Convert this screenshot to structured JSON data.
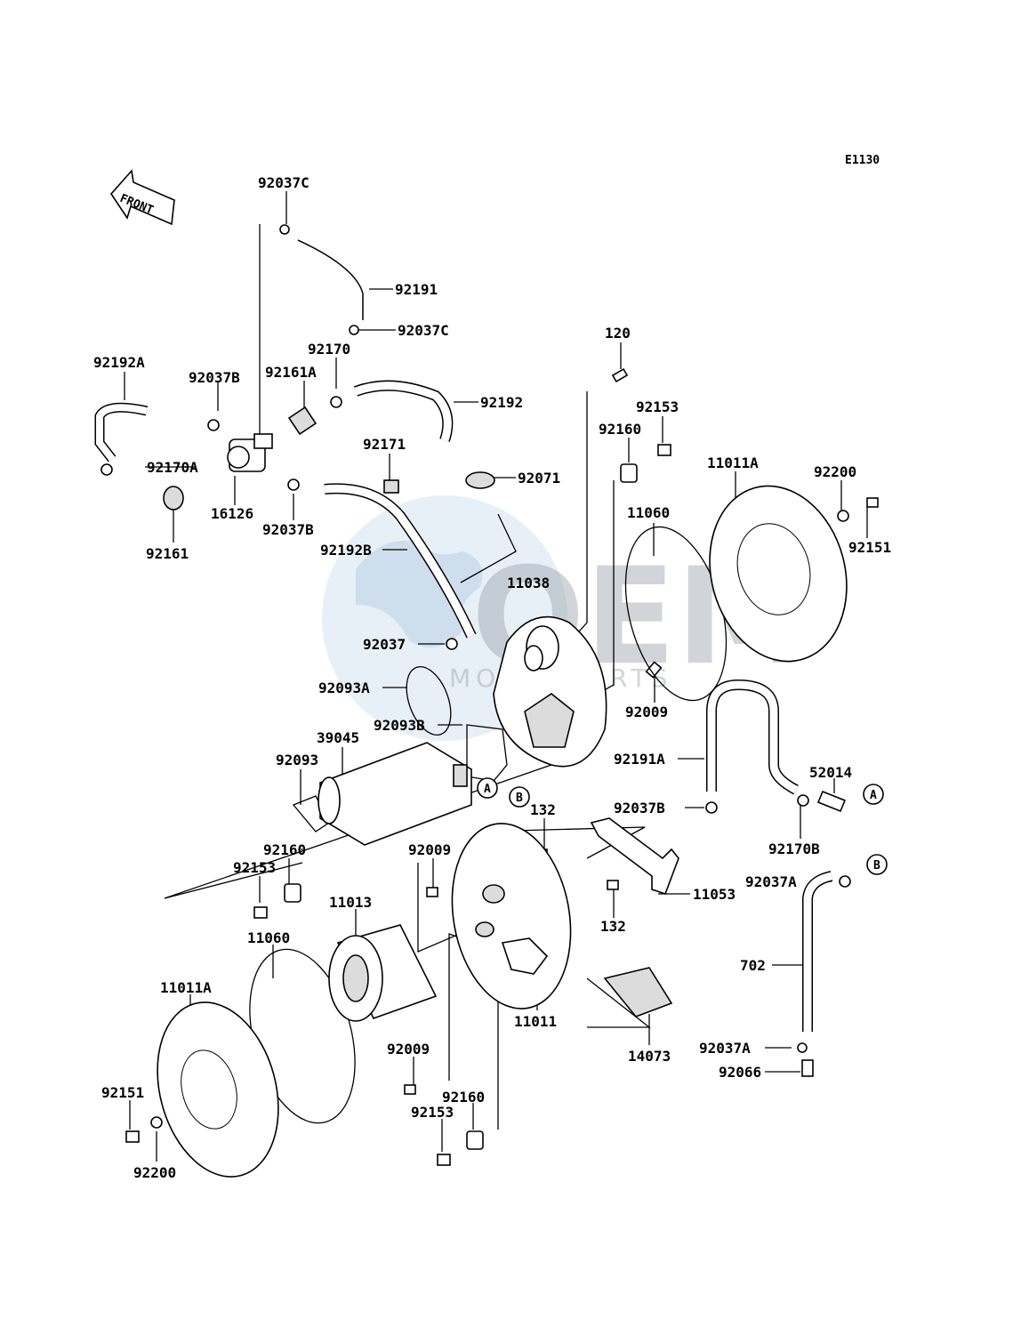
{
  "diagram_code": "E1130",
  "front_label": "FRONT",
  "watermark": {
    "brand": "OEM",
    "sub": "MOTORPARTS"
  },
  "callouts": {
    "c92037C_top": "92037C",
    "c92191": "92191",
    "c92037C_mid": "92037C",
    "c92192A": "92192A",
    "c92037B_a": "92037B",
    "c92161A": "92161A",
    "c92170": "92170",
    "c92192": "92192",
    "c120": "120",
    "c92153_a": "92153",
    "c92160_a": "92160",
    "c11011A_a": "11011A",
    "c92200_a": "92200",
    "c92151_a": "92151",
    "c92170A": "92170A",
    "c16126": "16126",
    "c92161": "92161",
    "c92037B_b": "92037B",
    "c92171": "92171",
    "c92071": "92071",
    "c11060_a": "11060",
    "c92192B": "92192B",
    "c11038": "11038",
    "c92037": "92037",
    "c92093A": "92093A",
    "c92009_a": "92009",
    "c92093B": "92093B",
    "c39045": "39045",
    "c92093": "92093",
    "c92191A": "92191A",
    "c52014": "52014",
    "c92037B_c": "92037B",
    "c92170B": "92170B",
    "c132_a": "132",
    "c92160_b": "92160",
    "c92153_b": "92153",
    "c92009_b": "92009",
    "c11053": "11053",
    "c132_b": "132",
    "c92037A_a": "92037A",
    "c11013": "11013",
    "c11060_b": "11060",
    "c702": "702",
    "c11011A_b": "11011A",
    "c11011": "11011",
    "c14073": "14073",
    "c92037A_b": "92037A",
    "c92066": "92066",
    "c92009_c": "92009",
    "c92151_b": "92151",
    "c92160_c": "92160",
    "c92153_c": "92153",
    "c92200_b": "92200"
  },
  "reference_marks": {
    "A_main": "A",
    "B_main": "B",
    "A_right": "A",
    "B_right": "B"
  }
}
